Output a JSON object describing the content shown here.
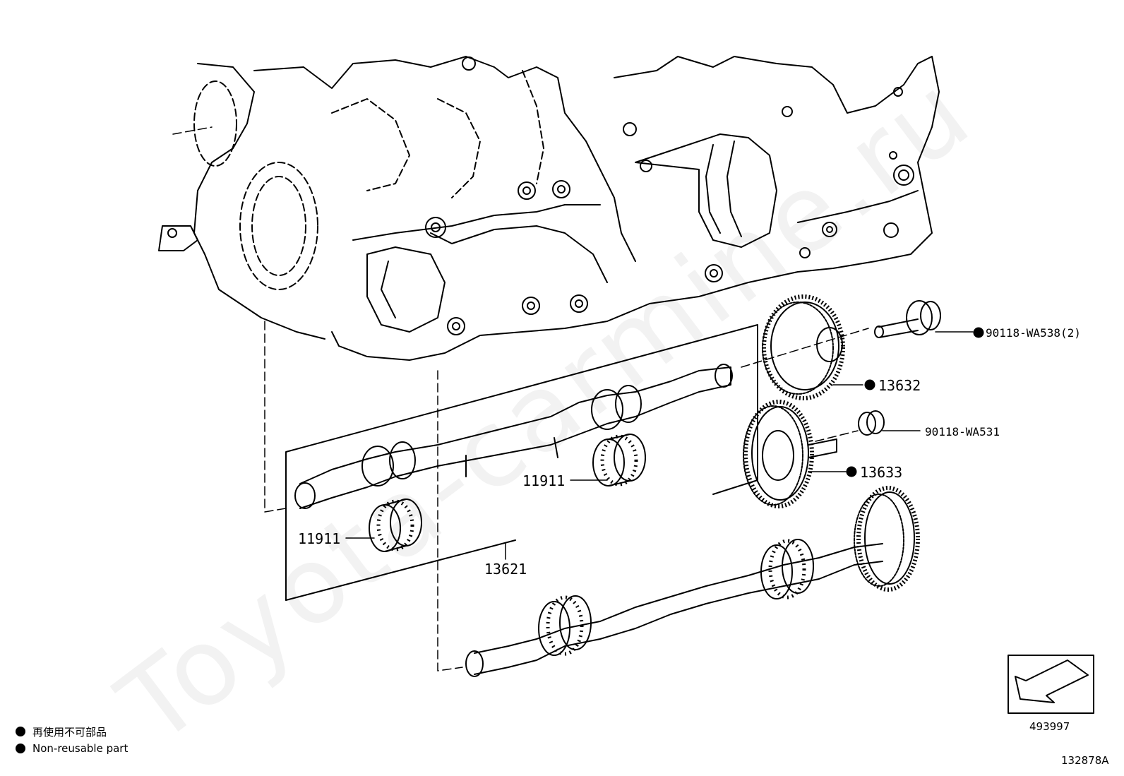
{
  "watermark": "Toyota-carmine.ru",
  "parts": {
    "bolt_9011_538": "90118-WA538(2)",
    "gear_13632": "13632",
    "bolt_9011_531": "90118-WA531",
    "gear_13633": "13633",
    "bearing_upper": "11911",
    "bearing_lower": "11911",
    "balance_shaft": "13621"
  },
  "legend": {
    "jp": "再使用不可部品",
    "en": "Non-reusable part"
  },
  "view_ref": "493997",
  "figure_code": "132878A"
}
